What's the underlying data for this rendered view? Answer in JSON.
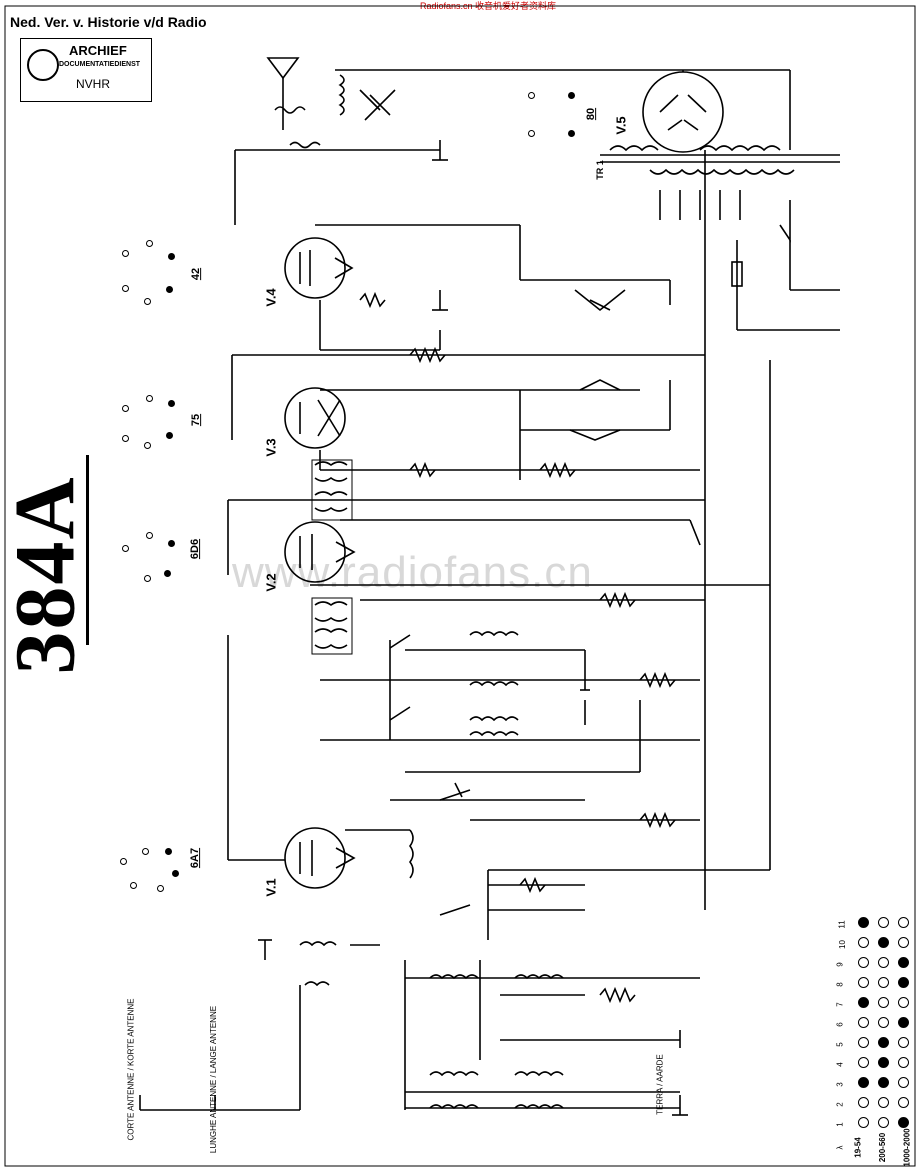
{
  "header": {
    "archive_title": "Ned. Ver. v. Historie v/d Radio",
    "top_small": "Radiofans.cn 收音机爱好者资料库"
  },
  "stamp": {
    "line1": "ARCHIEF",
    "line2": "DOCUMENTATIEDIENST",
    "line3": "NVHR"
  },
  "model_number": "384A",
  "watermark": "www.radiofans.cn",
  "tubes": [
    {
      "ref": "V.5",
      "type": "80"
    },
    {
      "ref": "V.4",
      "type": "42"
    },
    {
      "ref": "V.3",
      "type": "75"
    },
    {
      "ref": "V.2",
      "type": "6D6"
    },
    {
      "ref": "V.1",
      "type": "6A7"
    }
  ],
  "labels": {
    "tr1": "TR 1",
    "aerial_short": "CORTE ANTENNE / KORTE ANTENNE",
    "aerial_long": "LUNGHE ANTENNE / LANGE ANTENNE",
    "earth": "TERRA / AARDE"
  },
  "wavetable": {
    "numbers": [
      "1",
      "2",
      "3",
      "4",
      "5",
      "6",
      "7",
      "8",
      "9",
      "10",
      "11"
    ],
    "rows": [
      {
        "label": "19-54",
        "fill": [
          0,
          0,
          1,
          0,
          0,
          0,
          1,
          0,
          0,
          0,
          1
        ]
      },
      {
        "label": "200-560",
        "fill": [
          0,
          0,
          1,
          1,
          1,
          0,
          0,
          0,
          0,
          1,
          0
        ]
      },
      {
        "label": "1000-2000",
        "fill": [
          1,
          0,
          0,
          0,
          0,
          1,
          0,
          1,
          1,
          0,
          0
        ]
      }
    ],
    "header_symbol": "λ"
  }
}
